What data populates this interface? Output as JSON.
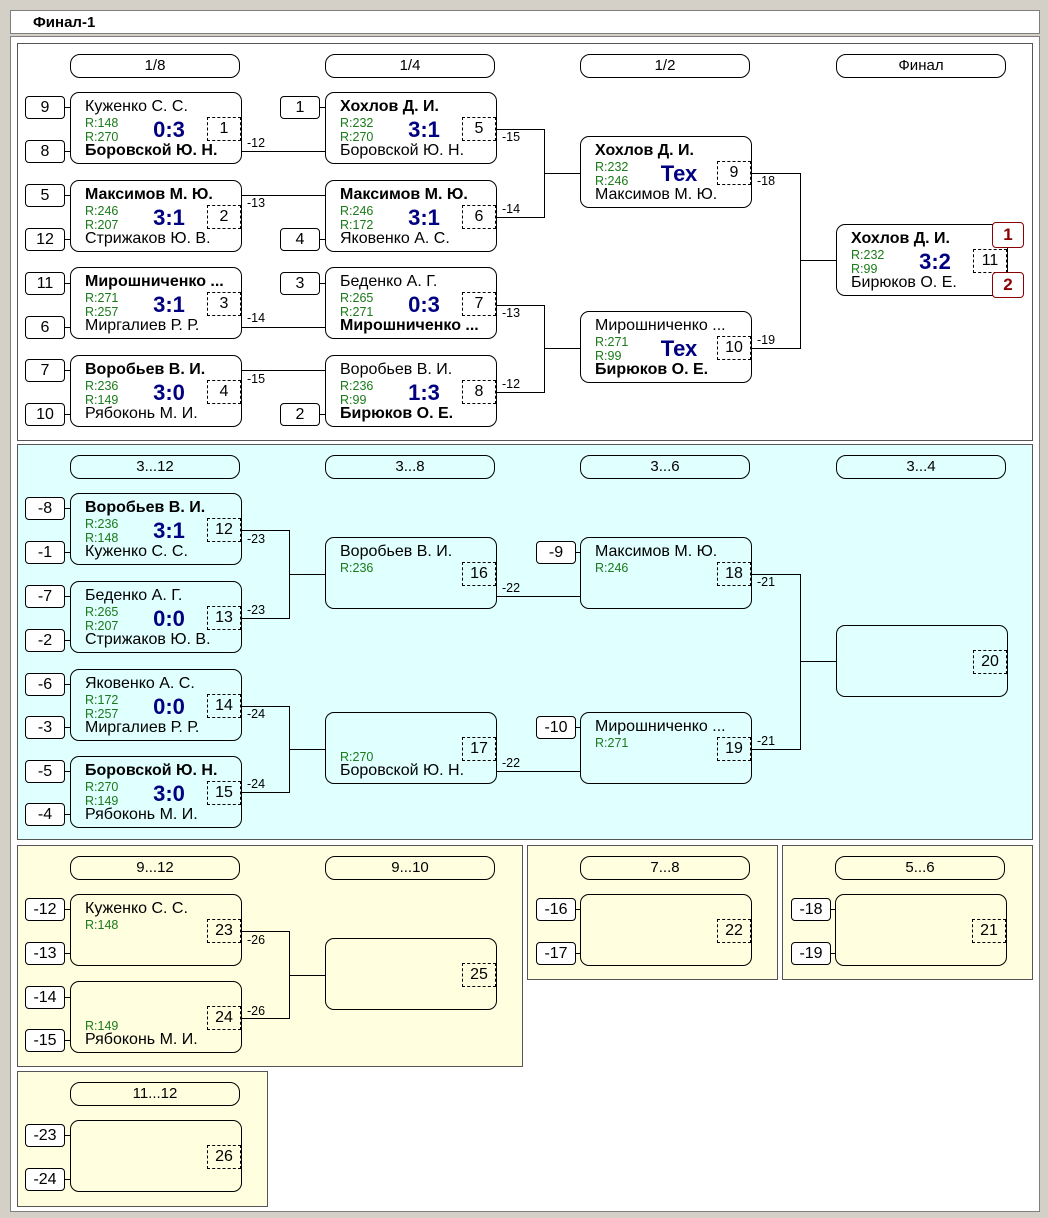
{
  "window_title": "Финал-1",
  "headers": {
    "main": [
      "1/8",
      "1/4",
      "1/2",
      "Финал"
    ],
    "cons": [
      "3...12",
      "3...8",
      "3...6",
      "3...4"
    ],
    "y1": [
      "9...12",
      "9...10"
    ],
    "y2": [
      "7...8"
    ],
    "y3": [
      "5...6"
    ],
    "y4": [
      "11...12"
    ]
  },
  "matches": {
    "m1": {
      "num": "1",
      "p1": "Куженко С. С.",
      "r1": "R:148",
      "p2": "Боровской Ю. Н.",
      "r2": "R:270",
      "score": "0:3",
      "to": "-12"
    },
    "m2": {
      "num": "2",
      "p1": "Максимов М. Ю.",
      "r1": "R:246",
      "p2": "Стрижаков Ю. В.",
      "r2": "R:207",
      "score": "3:1",
      "to": "-13"
    },
    "m3": {
      "num": "3",
      "p1": "Мирошниченко ...",
      "r1": "R:271",
      "p2": "Миргалиев Р. Р.",
      "r2": "R:257",
      "score": "3:1",
      "to": "-14"
    },
    "m4": {
      "num": "4",
      "p1": "Воробьев В. И.",
      "r1": "R:236",
      "p2": "Рябоконь М. И.",
      "r2": "R:149",
      "score": "3:0",
      "to": "-15"
    },
    "m5": {
      "num": "5",
      "p1": "Хохлов Д. И.",
      "r1": "R:232",
      "p2": "Боровской Ю. Н.",
      "r2": "R:270",
      "score": "3:1",
      "to": "-15"
    },
    "m6": {
      "num": "6",
      "p1": "Максимов М. Ю.",
      "r1": "R:246",
      "p2": "Яковенко А. С.",
      "r2": "R:172",
      "score": "3:1",
      "to": "-14"
    },
    "m7": {
      "num": "7",
      "p1": "Беденко А. Г.",
      "r1": "R:265",
      "p2": "Мирошниченко ...",
      "r2": "R:271",
      "score": "0:3",
      "to": "-13"
    },
    "m8": {
      "num": "8",
      "p1": "Воробьев В. И.",
      "r1": "R:236",
      "p2": "Бирюков О. Е.",
      "r2": "R:99",
      "score": "1:3",
      "to": "-12"
    },
    "m9": {
      "num": "9",
      "p1": "Хохлов Д. И.",
      "r1": "R:232",
      "p2": "Максимов М. Ю.",
      "r2": "R:246",
      "score": "Тех",
      "to": "-18"
    },
    "m10": {
      "num": "10",
      "p1": "Мирошниченко ...",
      "r1": "R:271",
      "p2": "Бирюков О. Е.",
      "r2": "R:99",
      "score": "Тех",
      "to": "-19"
    },
    "m11": {
      "num": "11",
      "p1": "Хохлов Д. И.",
      "r1": "R:232",
      "p2": "Бирюков О. Е.",
      "r2": "R:99",
      "score": "3:2",
      "place1": "1",
      "place2": "2"
    },
    "m12": {
      "num": "12",
      "p1": "Воробьев В. И.",
      "r1": "R:236",
      "p2": "Куженко С. С.",
      "r2": "R:148",
      "score": "3:1",
      "to": "-23"
    },
    "m13": {
      "num": "13",
      "p1": "Беденко А. Г.",
      "r1": "R:265",
      "p2": "Стрижаков Ю. В.",
      "r2": "R:207",
      "score": "0:0",
      "to": "-23"
    },
    "m14": {
      "num": "14",
      "p1": "Яковенко А. С.",
      "r1": "R:172",
      "p2": "Миргалиев Р. Р.",
      "r2": "R:257",
      "score": "0:0",
      "to": "-24"
    },
    "m15": {
      "num": "15",
      "p1": "Боровской Ю. Н.",
      "r1": "R:270",
      "p2": "Рябоконь М. И.",
      "r2": "R:149",
      "score": "3:0",
      "to": "-24"
    },
    "m16": {
      "num": "16",
      "p1": "Воробьев В. И.",
      "r1": "R:236",
      "p2": "",
      "r2": "",
      "score": "",
      "to": "-22"
    },
    "m17": {
      "num": "17",
      "p1": "",
      "r1": "",
      "p2": "Боровской Ю. Н.",
      "r2": "R:270",
      "score": "",
      "to": "-22"
    },
    "m18": {
      "num": "18",
      "p1": "Максимов М. Ю.",
      "r1": "R:246",
      "p2": "",
      "r2": "",
      "score": "",
      "to": "-21"
    },
    "m19": {
      "num": "19",
      "p1": "Мирошниченко ...",
      "r1": "R:271",
      "p2": "",
      "r2": "",
      "score": "",
      "to": "-21"
    },
    "m20": {
      "num": "20",
      "p1": "",
      "r1": "",
      "p2": "",
      "r2": "",
      "score": ""
    },
    "m21": {
      "num": "21",
      "p1": "",
      "r1": "",
      "p2": "",
      "r2": "",
      "score": ""
    },
    "m22": {
      "num": "22",
      "p1": "",
      "r1": "",
      "p2": "",
      "r2": "",
      "score": ""
    },
    "m23": {
      "num": "23",
      "p1": "Куженко С. С.",
      "r1": "R:148",
      "p2": "",
      "r2": "",
      "score": "",
      "to": "-26"
    },
    "m24": {
      "num": "24",
      "p1": "",
      "r1": "",
      "p2": "Рябоконь М. И.",
      "r2": "R:149",
      "score": "",
      "to": "-26"
    },
    "m25": {
      "num": "25",
      "p1": "",
      "r1": "",
      "p2": "",
      "r2": "",
      "score": ""
    },
    "m26": {
      "num": "26",
      "p1": "",
      "r1": "",
      "p2": "",
      "r2": "",
      "score": ""
    }
  },
  "seeds": {
    "main": [
      "9",
      "8",
      "5",
      "12",
      "11",
      "6",
      "7",
      "10",
      "1",
      "4",
      "3",
      "2"
    ],
    "cons": [
      "-8",
      "-1",
      "-7",
      "-2",
      "-6",
      "-3",
      "-5",
      "-4",
      "-9",
      "-10"
    ],
    "y1": [
      "-12",
      "-13",
      "-14",
      "-15"
    ],
    "y2": [
      "-16",
      "-17"
    ],
    "y3": [
      "-18",
      "-19"
    ],
    "y4": [
      "-23",
      "-24"
    ]
  }
}
